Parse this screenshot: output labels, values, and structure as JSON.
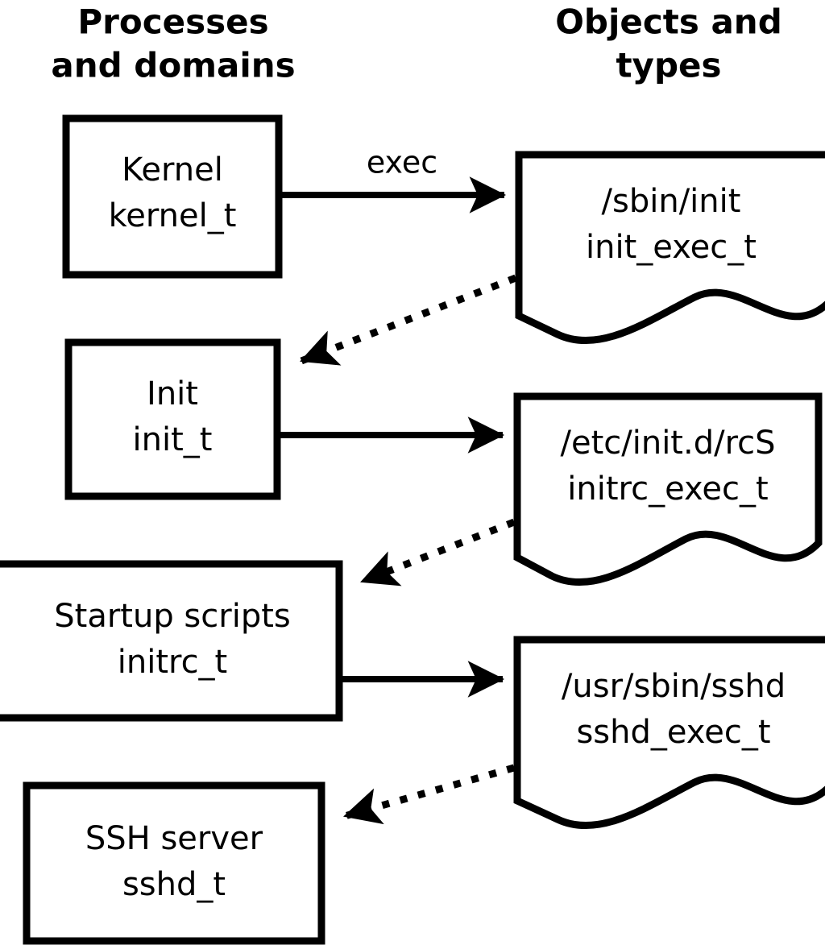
{
  "diagram": {
    "title": "Processes and domains / Objects and types",
    "background_color": "#ffffff",
    "line_color": "#000000",
    "columns": {
      "left": {
        "heading_line1": "Processes",
        "heading_line2": "and domains"
      },
      "right": {
        "heading_line1": "Objects and",
        "heading_line2": "types"
      }
    },
    "process_nodes": [
      {
        "name": "Kernel",
        "type": "kernel_t"
      },
      {
        "name": "Init",
        "type": "init_t"
      },
      {
        "name": "Startup scripts",
        "type": "initrc_t"
      },
      {
        "name": "SSH server",
        "type": "sshd_t"
      }
    ],
    "object_nodes": [
      {
        "path": "/sbin/init",
        "type": "init_exec_t"
      },
      {
        "path": "/etc/init.d/rcS",
        "type": "initrc_exec_t"
      },
      {
        "path": "/usr/sbin/sshd",
        "type": "sshd_exec_t"
      }
    ],
    "edges": [
      {
        "from": "Kernel",
        "to": "/sbin/init",
        "label": "exec",
        "style": "solid"
      },
      {
        "from": "/sbin/init",
        "to": "Init",
        "label": "",
        "style": "dotted"
      },
      {
        "from": "Init",
        "to": "/etc/init.d/rcS",
        "label": "",
        "style": "solid"
      },
      {
        "from": "/etc/init.d/rcS",
        "to": "Startup scripts",
        "label": "",
        "style": "dotted"
      },
      {
        "from": "Startup scripts",
        "to": "/usr/sbin/sshd",
        "label": "",
        "style": "solid"
      },
      {
        "from": "/usr/sbin/sshd",
        "to": "SSH server",
        "label": "",
        "style": "dotted"
      }
    ]
  }
}
